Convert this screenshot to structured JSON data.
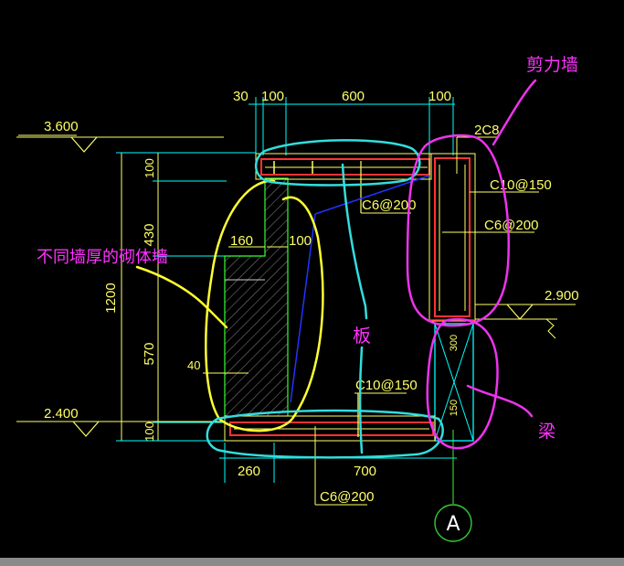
{
  "levels": {
    "top": "3.600",
    "mid": "2.900",
    "bottom": "2.400"
  },
  "dims_top": {
    "d30": "30",
    "d100a": "100",
    "d600": "600",
    "d100b": "100"
  },
  "dims_left": {
    "total": "1200",
    "d100a": "100",
    "d430": "430",
    "d570": "570",
    "d100b": "100"
  },
  "dims_inner": {
    "d160": "160",
    "d100": "100",
    "d40": "40"
  },
  "dims_bottom": {
    "d260": "260",
    "d700": "700"
  },
  "rebar": {
    "top_bar": "2C8",
    "shear_wall_stirrup": "C10@150",
    "shear_wall_bar": "C6@200",
    "slab_top_bar": "C6@200",
    "slab_bottom_main": "C10@150",
    "slab_bottom_dist": "C6@200"
  },
  "beam_dims": {
    "upper": "300",
    "lower": "150"
  },
  "annotations": {
    "shear_wall": "剪力墙",
    "masonry_wall": "不同墙厚的砌体墙",
    "slab": "板",
    "beam": "梁"
  },
  "axis": {
    "label": "A"
  },
  "colors": {
    "background": "#000000",
    "dimension": "#ffff66",
    "grid_line": "#00ffff",
    "concrete": "#ff3333",
    "masonry": "#33ff33",
    "highlight_yellow": "#ffff33",
    "highlight_cyan": "#33dddd",
    "highlight_magenta": "#ee33ee",
    "axis_circle": "#33cc33"
  }
}
